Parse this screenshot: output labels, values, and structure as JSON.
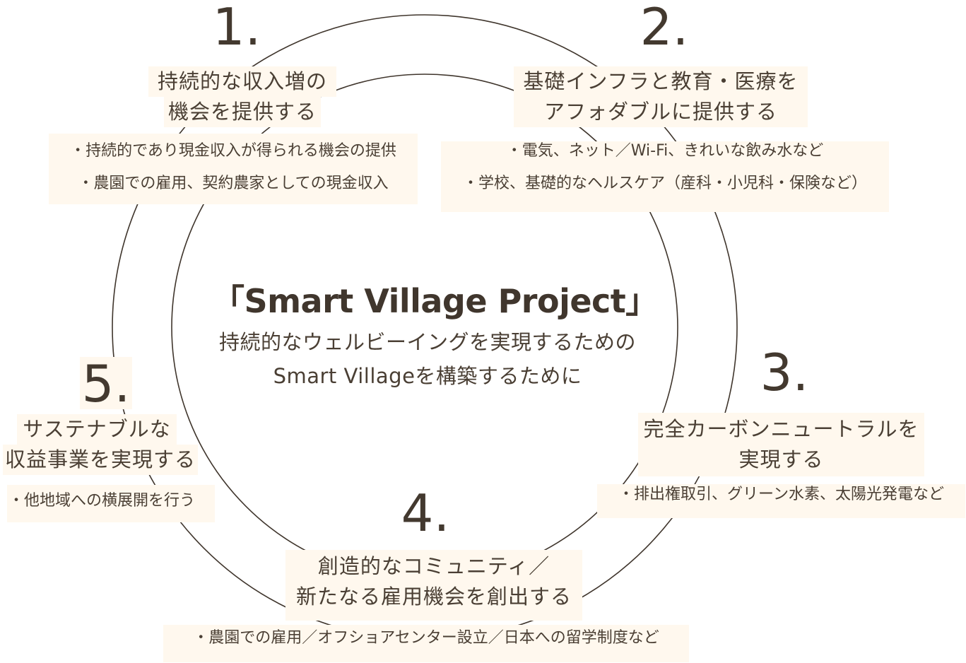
{
  "center": {
    "title": "「Smart Village Project」",
    "subtitle_lines": [
      "持続的なウェルビーイングを実現するための",
      "Smart Villageを構築するために"
    ]
  },
  "steps": [
    {
      "number": "1.",
      "title_lines": [
        "持続的な収入増の",
        "機会を提供する"
      ],
      "details": [
        "・持続的であり現金収入が得られる機会の提供",
        "・農園での雇用、契約農家としての現金収入"
      ]
    },
    {
      "number": "2.",
      "title_lines": [
        "基礎インフラと教育・医療を",
        "アフォダブルに提供する"
      ],
      "details": [
        "・電気、ネット／Wi-Fi、きれいな飲み水など",
        "・学校、基礎的なヘルスケア（産科・小児科・保険など）"
      ]
    },
    {
      "number": "3.",
      "title_lines": [
        "完全カーボンニュートラルを",
        "実現する"
      ],
      "details": [
        "・排出権取引、グリーン水素、太陽光発電など"
      ]
    },
    {
      "number": "4.",
      "title_lines": [
        "創造的なコミュニティ／",
        "新たなる雇用機会を創出する"
      ],
      "details": [
        "・農園での雇用／オフショアセンター設立／日本への留学制度など"
      ]
    },
    {
      "number": "5.",
      "title_lines": [
        "サステナブルな",
        "収益事業を実現する"
      ],
      "details": [
        "・他地域への横展開を行う"
      ]
    }
  ],
  "colors": {
    "text": "#4a3f34",
    "circle_stroke": "#3f352c",
    "label_background": "#fff8ee",
    "page_background": "#ffffff"
  }
}
